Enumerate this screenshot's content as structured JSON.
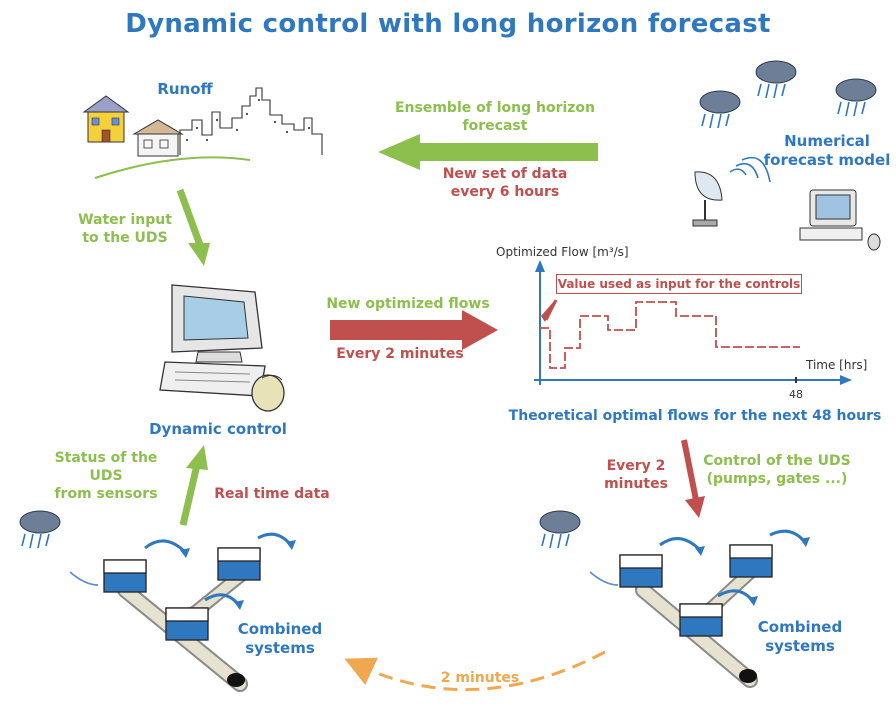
{
  "title": "Dynamic control with long horizon forecast",
  "runoff": "Runoff",
  "ensemble": "Ensemble of long horizon\nforecast",
  "new_set": "New set of data\nevery 6 hours",
  "numerical": "Numerical\nforecast model",
  "water_input": "Water input\nto the UDS",
  "optimized_flow_label": "Optimized Flow [m³/s]",
  "value_used": "Value used as input for the controls",
  "new_optimized": "New optimized flows",
  "every_2_minutes": "Every 2 minutes",
  "time_label": "Time [hrs]",
  "tick_48": "48",
  "theoretical": "Theoretical optimal flows for the next 48 hours",
  "dynamic_control": "Dynamic control",
  "status": "Status of the UDS\nfrom sensors",
  "real_time": "Real time data",
  "every_2_minutes_b": "Every 2\nminutes",
  "control_uds": "Control of the UDS\n(pumps, gates ...)",
  "combined_left": "Combined\nsystems",
  "combined_right": "Combined\nsystems",
  "two_minutes": "2 minutes",
  "colors": {
    "blue": "#2f78c0",
    "green": "#8cbf4d",
    "red": "#c0504d",
    "orange": "#f0a850"
  }
}
